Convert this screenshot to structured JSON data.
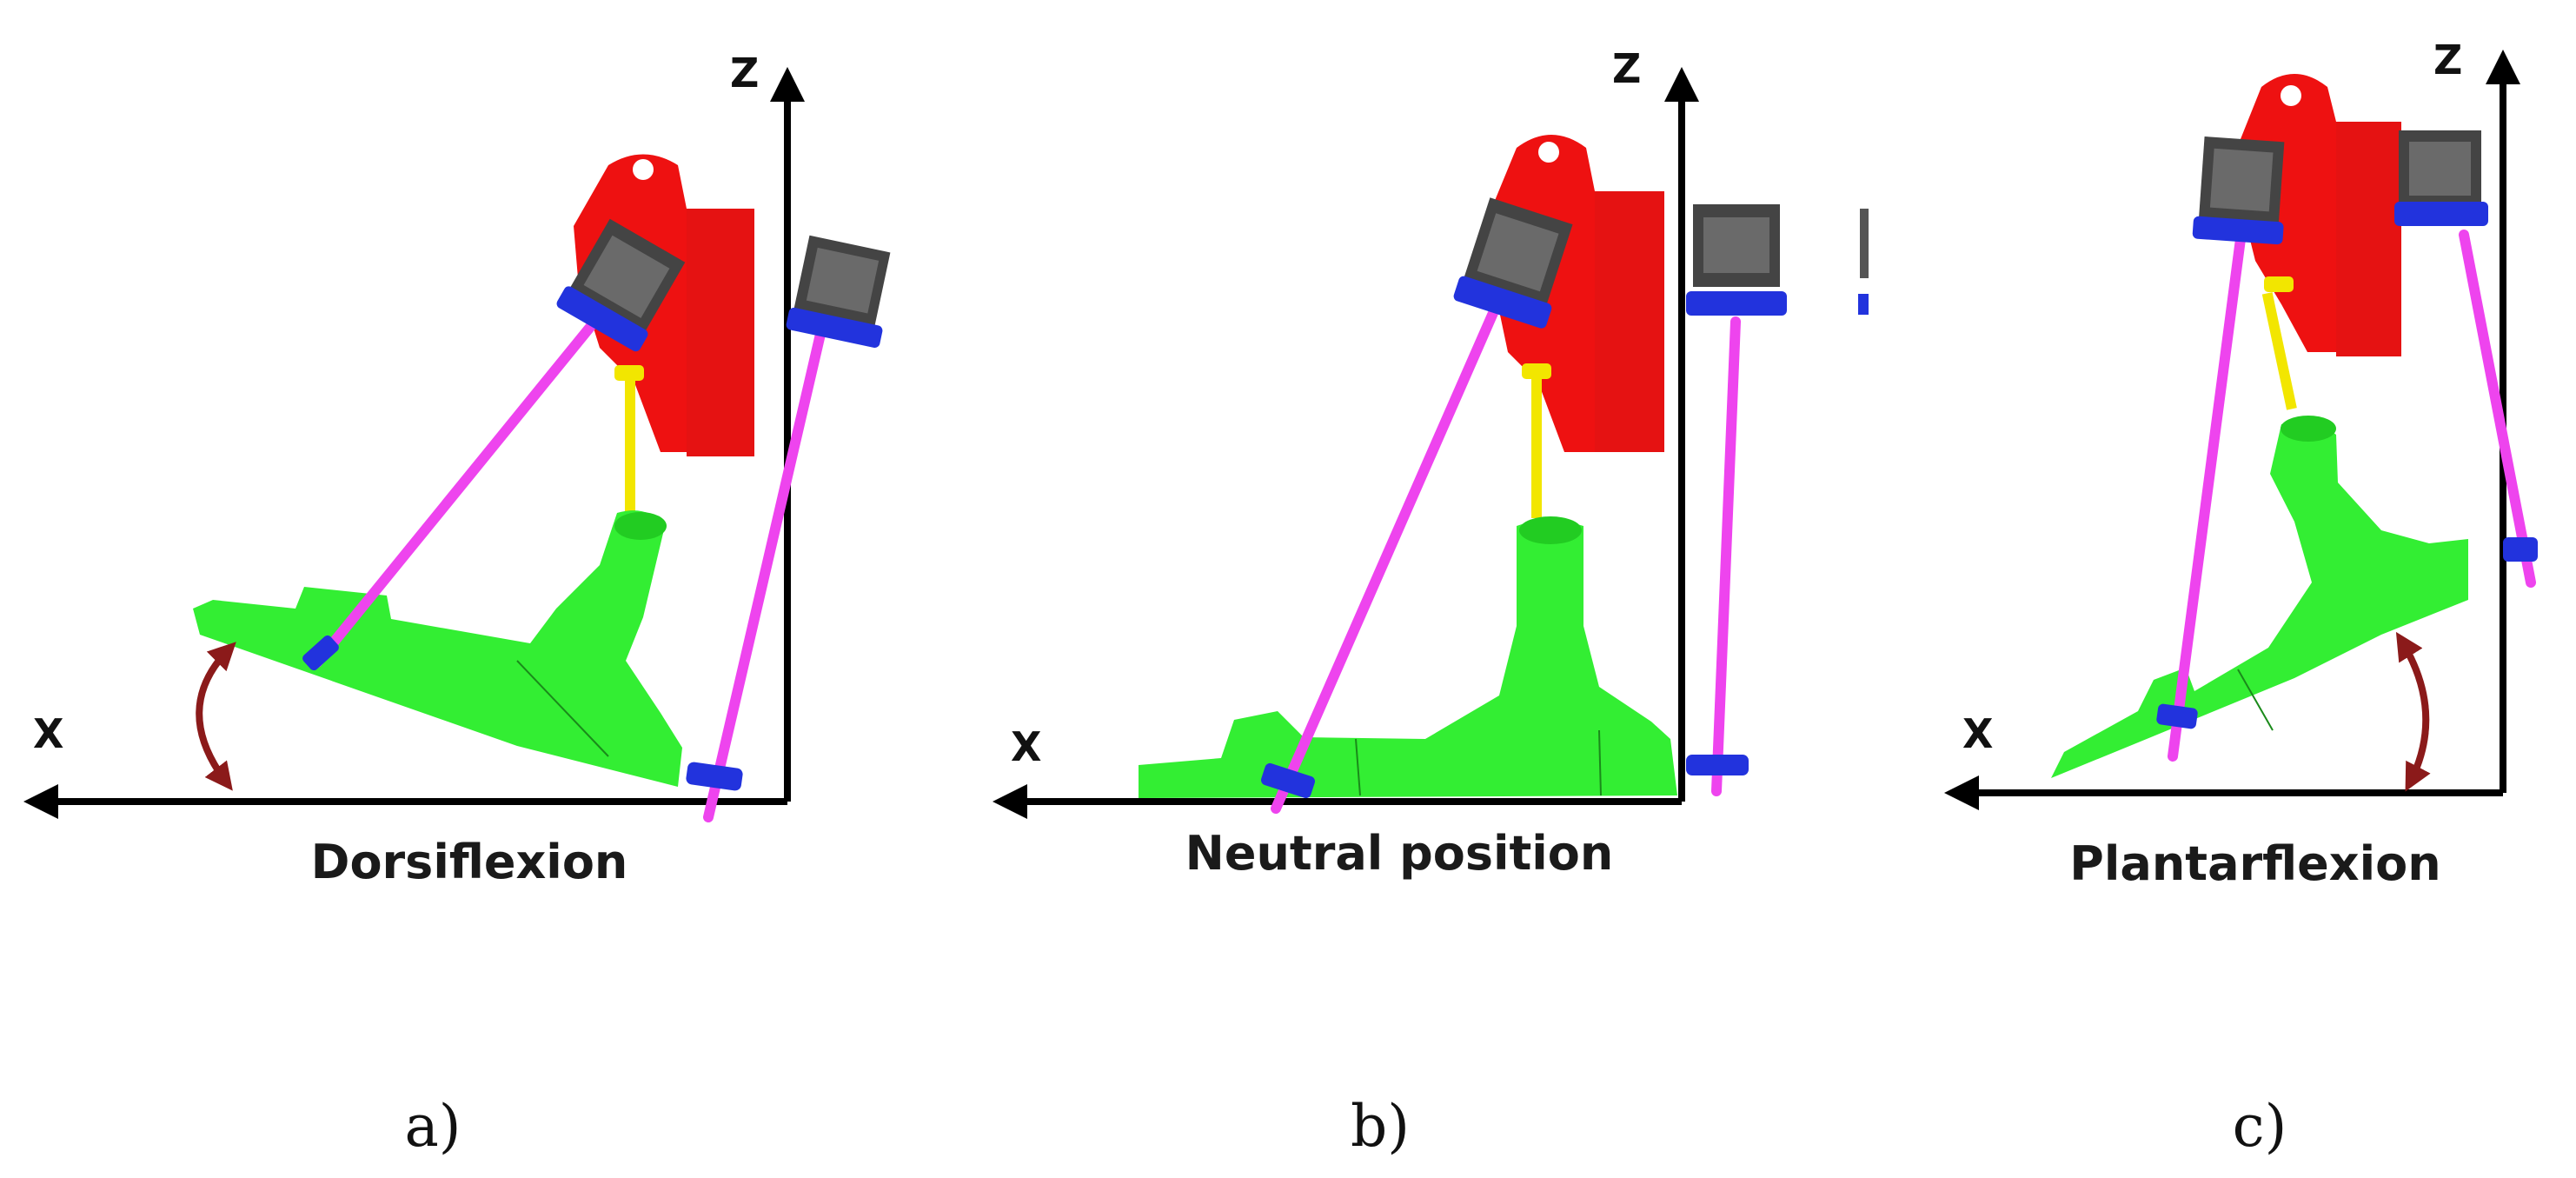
{
  "colors": {
    "background": "#ffffff",
    "axis": "#000000",
    "shank": "#ee1111",
    "foot": "#33ee33",
    "motor_body": "#444444",
    "motor_cap": "#2233dd",
    "rod": "#ee44ee",
    "spring": "#f2e600",
    "angle_arrow": "#8b1a1a"
  },
  "panels": [
    {
      "id": "a",
      "axis_z": "Z",
      "axis_x": "X",
      "pose": "Dorsiflexion",
      "label": "a)"
    },
    {
      "id": "b",
      "axis_z": "Z",
      "axis_x": "X",
      "pose": "Neutral position",
      "label": "b)"
    },
    {
      "id": "c",
      "axis_z": "Z",
      "axis_x": "X",
      "pose": "Plantarflexion",
      "label": "c)"
    }
  ]
}
